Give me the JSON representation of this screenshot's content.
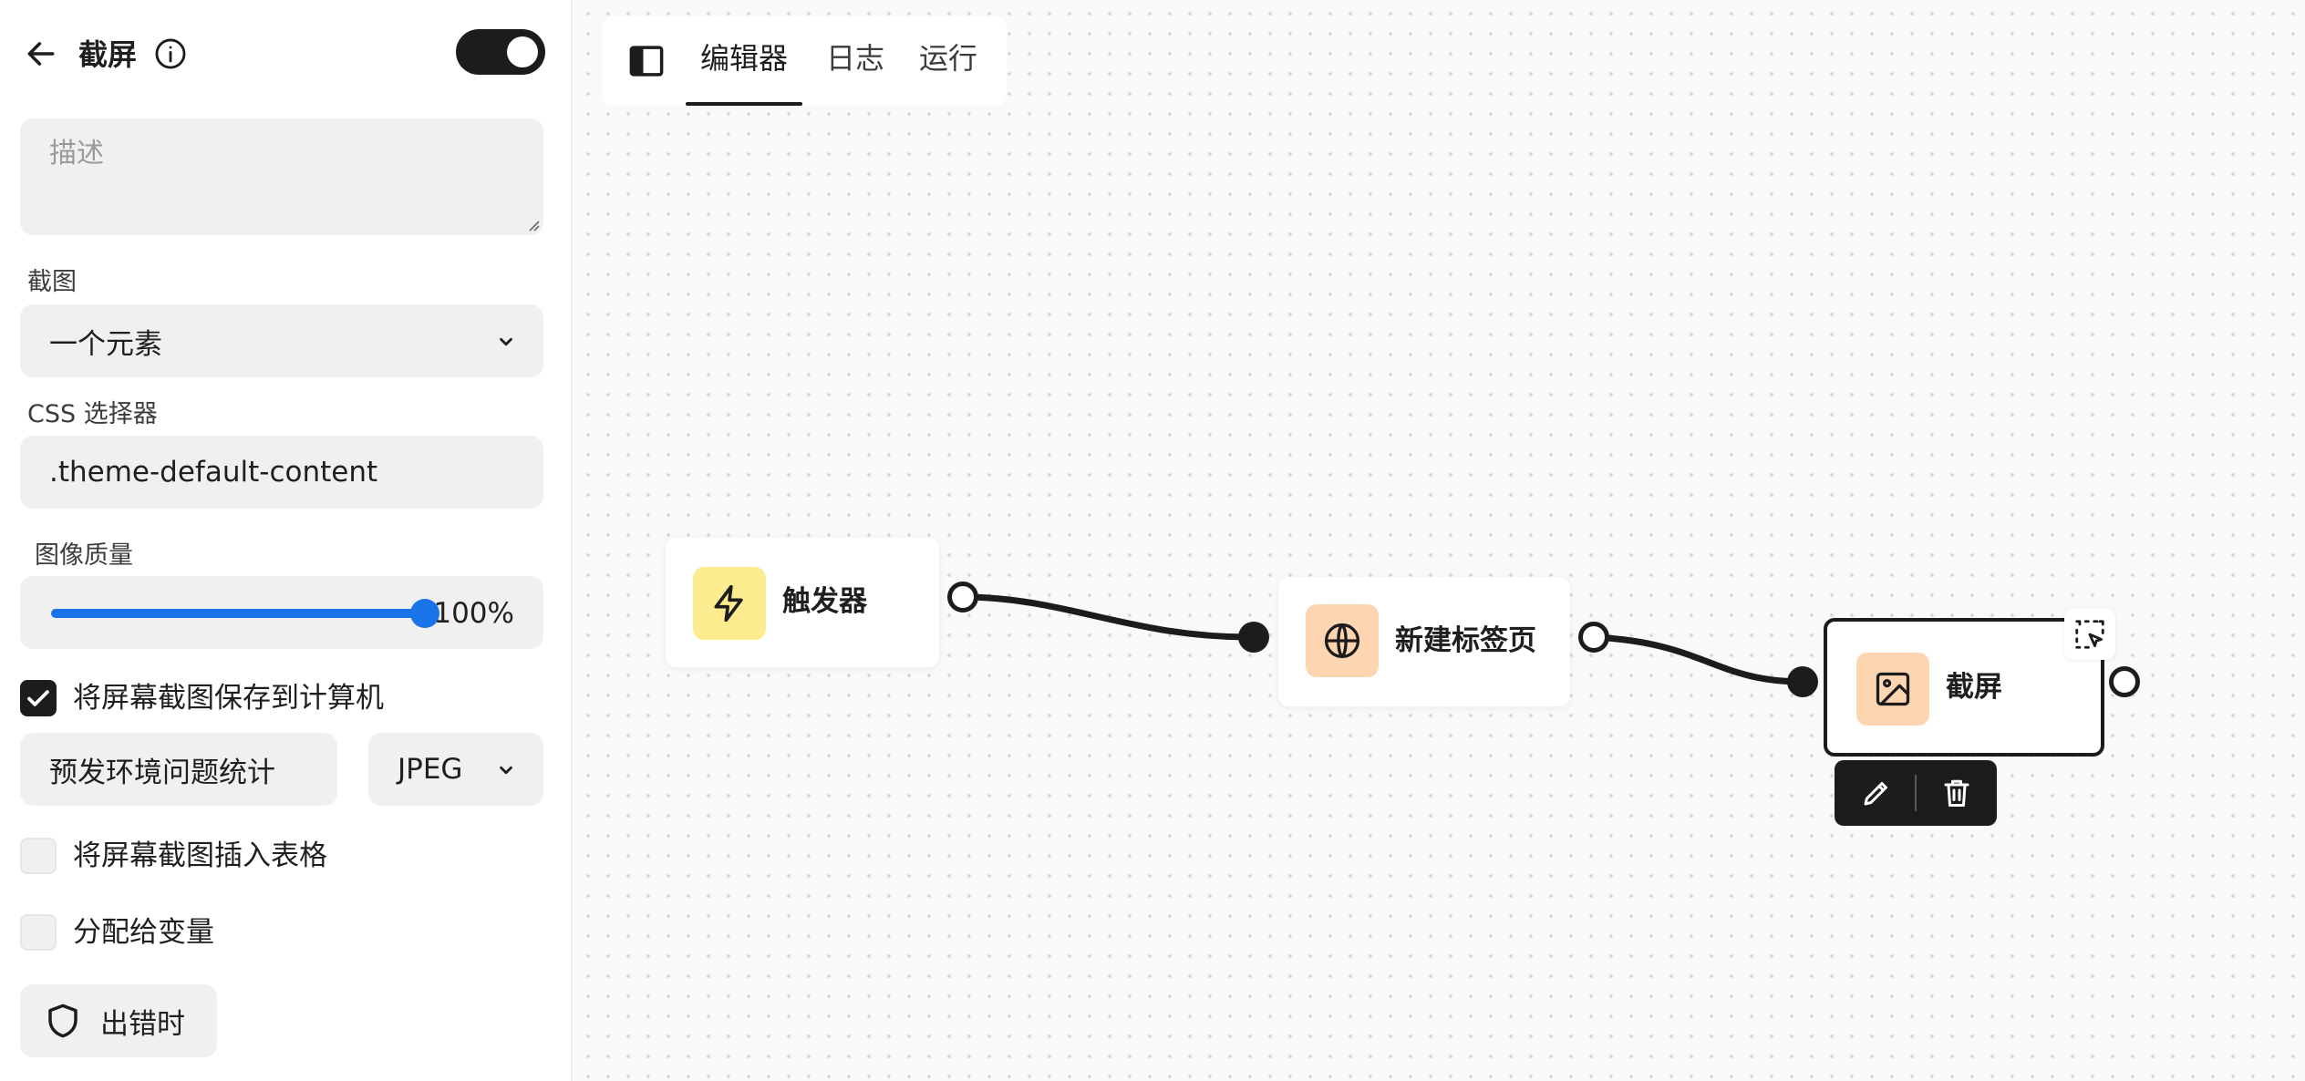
{
  "sidebar": {
    "title": "截屏",
    "description_placeholder": "描述",
    "screenshot_label": "截图",
    "screenshot_value": "一个元素",
    "css_selector_label": "CSS 选择器",
    "css_selector_value": ".theme-default-content",
    "quality_label": "图像质量",
    "quality_value_text": "100%",
    "quality_fraction": 1.0,
    "save_checkbox_label": "将屏幕截图保存到计算机",
    "save_checkbox_checked": true,
    "filename_value": "预发环境问题统计",
    "format_value": "JPEG",
    "insert_table_label": "将屏幕截图插入表格",
    "insert_table_checked": false,
    "assign_var_label": "分配给变量",
    "assign_var_checked": false,
    "on_error_label": "出错时",
    "enabled": true
  },
  "tabs": [
    {
      "label": "编辑器",
      "active": true
    },
    {
      "label": "日志",
      "active": false
    },
    {
      "label": "运行",
      "active": false
    }
  ],
  "nodes": [
    {
      "label": "触发器",
      "icon": "lightning-icon",
      "color": "#fdeb8f"
    },
    {
      "label": "新建标签页",
      "icon": "globe-icon",
      "color": "#fdd5b0"
    },
    {
      "label": "截屏",
      "icon": "image-icon",
      "color": "#fdd5b0"
    }
  ],
  "colors": {
    "accent": "#1a73e8",
    "dark": "#1c1c1c",
    "field_bg": "#f0f0f0",
    "trigger_icon_bg": "#fdeb8f",
    "node_icon_bg": "#fdd5b0"
  }
}
